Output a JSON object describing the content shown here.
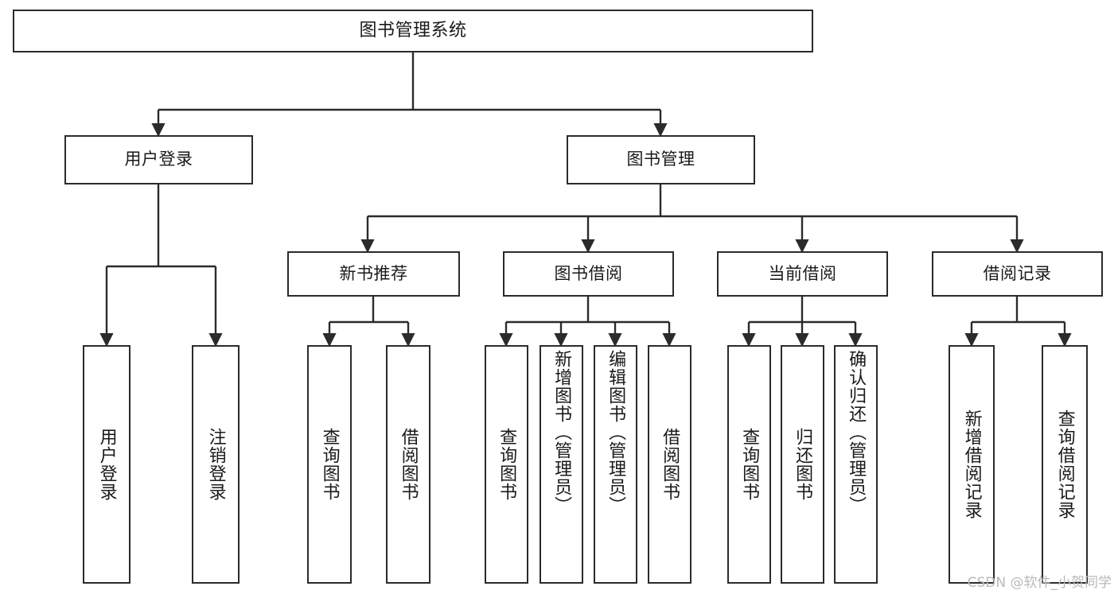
{
  "diagram": {
    "title": "图书管理系统",
    "type": "functional-structure-tree",
    "background_color": "#ffffff",
    "line_color": "#2b2b2b",
    "box_fill": "#ffffff",
    "text_color": "#1a1a1a"
  },
  "nodes": {
    "root": {
      "label": "图书管理系统"
    },
    "level2": [
      {
        "id": "user-login",
        "label": "用户登录"
      },
      {
        "id": "book-management",
        "label": "图书管理"
      }
    ],
    "level3": [
      {
        "id": "new-book-recommend",
        "label": "新书推荐"
      },
      {
        "id": "book-borrow",
        "label": "图书借阅"
      },
      {
        "id": "current-borrow",
        "label": "当前借阅"
      },
      {
        "id": "borrow-record",
        "label": "借阅记录"
      }
    ],
    "leaves": {
      "user_login": [
        {
          "id": "leaf-user-login",
          "label": "用户登录"
        },
        {
          "id": "leaf-logout-login",
          "label": "注销登录"
        }
      ],
      "new_book_recommend": [
        {
          "id": "leaf-query-book-1",
          "label": "查询图书"
        },
        {
          "id": "leaf-borrow-book-1",
          "label": "借阅图书"
        }
      ],
      "book_borrow": [
        {
          "id": "leaf-query-book-2",
          "label": "查询图书"
        },
        {
          "id": "leaf-add-book",
          "label": "新增图书（管理员）"
        },
        {
          "id": "leaf-edit-book",
          "label": "编辑图书（管理员）"
        },
        {
          "id": "leaf-borrow-book-2",
          "label": "借阅图书"
        }
      ],
      "current_borrow": [
        {
          "id": "leaf-query-book-3",
          "label": "查询图书"
        },
        {
          "id": "leaf-return-book",
          "label": "归还图书"
        },
        {
          "id": "leaf-confirm-return",
          "label": "确认归还（管理员）"
        }
      ],
      "borrow_record": [
        {
          "id": "leaf-add-record",
          "label": "新增借阅记录"
        },
        {
          "id": "leaf-query-record",
          "label": "查询借阅记录"
        }
      ]
    }
  },
  "watermark": {
    "text": "CSDN @软件_小贺同学"
  }
}
